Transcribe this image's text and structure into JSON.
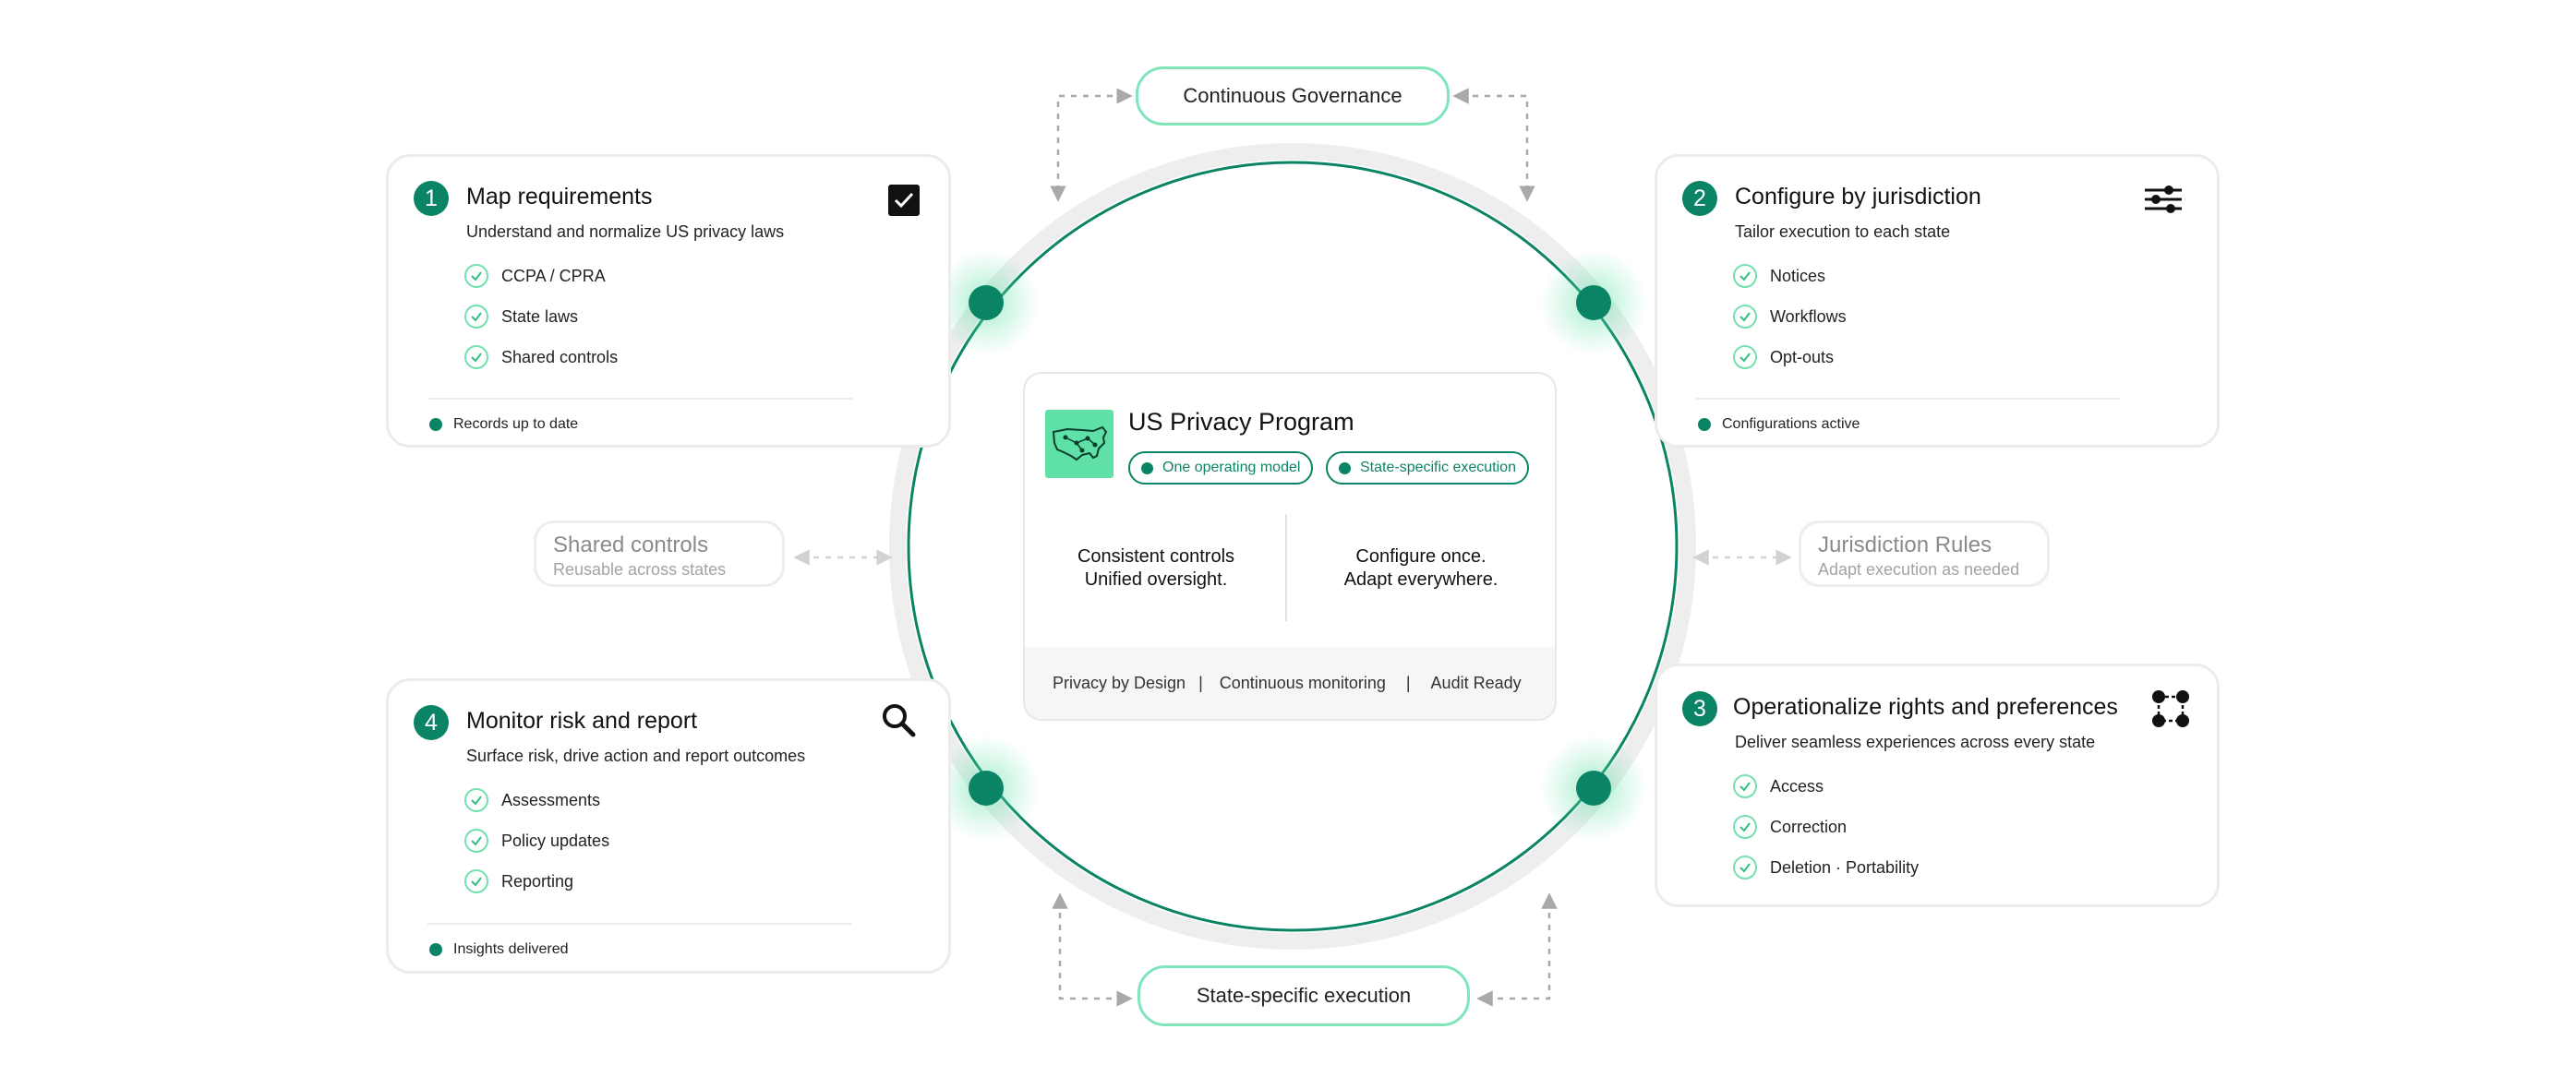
{
  "pills": {
    "top": "Continuous Governance",
    "bottom": "State-specific execution"
  },
  "side_labels": {
    "left": {
      "title": "Shared controls",
      "subtitle": "Reusable across states"
    },
    "right": {
      "title": "Jurisdiction Rules",
      "subtitle": "Adapt execution as needed"
    }
  },
  "steps": [
    {
      "number": "1",
      "title": "Map requirements",
      "subtitle": "Understand and normalize US privacy laws",
      "items": [
        "CCPA / CPRA",
        "State laws",
        "Shared controls"
      ],
      "status": "Records up to date",
      "icon": "checkbox-icon"
    },
    {
      "number": "2",
      "title": "Configure by jurisdiction",
      "subtitle": "Tailor execution to each state",
      "items": [
        "Notices",
        "Workflows",
        "Opt-outs"
      ],
      "status": "Configurations active",
      "icon": "sliders-icon"
    },
    {
      "number": "3",
      "title": "Operationalize rights and preferences",
      "subtitle": "Deliver seamless experiences across every state",
      "items": [
        "Access",
        "Correction",
        "Deletion · Portability"
      ],
      "status": "",
      "icon": "nodes-icon"
    },
    {
      "number": "4",
      "title": "Monitor risk and report",
      "subtitle": "Surface risk, drive action and report outcomes",
      "items": [
        "Assessments",
        "Policy updates",
        "Reporting"
      ],
      "status": "Insights delivered",
      "icon": "search-icon"
    }
  ],
  "center": {
    "title": "US Privacy Program",
    "tags": [
      "One operating model",
      "State-specific execution"
    ],
    "left_text": [
      "Consistent controls",
      "Unified oversight."
    ],
    "right_text": [
      "Configure once.",
      "Adapt everywhere."
    ],
    "footer": [
      "Privacy by Design",
      "|",
      "Continuous monitoring",
      "|",
      "Audit Ready"
    ],
    "icon": "us-map-icon"
  },
  "colors": {
    "primary_green": "#0b8466",
    "mint": "#7fe6bb",
    "map_bg": "#5fe0a6"
  }
}
